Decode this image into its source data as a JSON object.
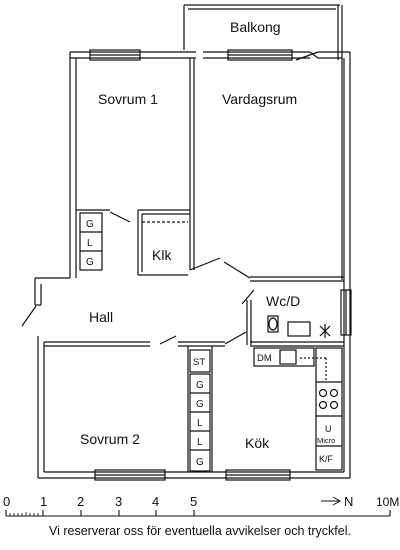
{
  "rooms": {
    "balcony": "Balkong",
    "bedroom1": "Sovrum 1",
    "living": "Vardagsrum",
    "closet": "Klk",
    "hall": "Hall",
    "bathroom": "Wc/D",
    "bedroom2": "Sovrum 2",
    "kitchen": "Kök"
  },
  "fixtures": {
    "wardrobe1": [
      "G",
      "L",
      "G"
    ],
    "storage_st": "ST",
    "wardrobe2": [
      "G",
      "G",
      "L",
      "L",
      "G"
    ],
    "dishwasher": "DM",
    "kitchen_col": [
      "U",
      "Micro",
      "K/F"
    ]
  },
  "scale": {
    "ticks": [
      "0",
      "1",
      "2",
      "3",
      "4",
      "5"
    ],
    "end_label": "10M",
    "north_label": "N"
  },
  "disclaimer": "Vi reserverar oss för eventuella avvikelser och tryckfel."
}
